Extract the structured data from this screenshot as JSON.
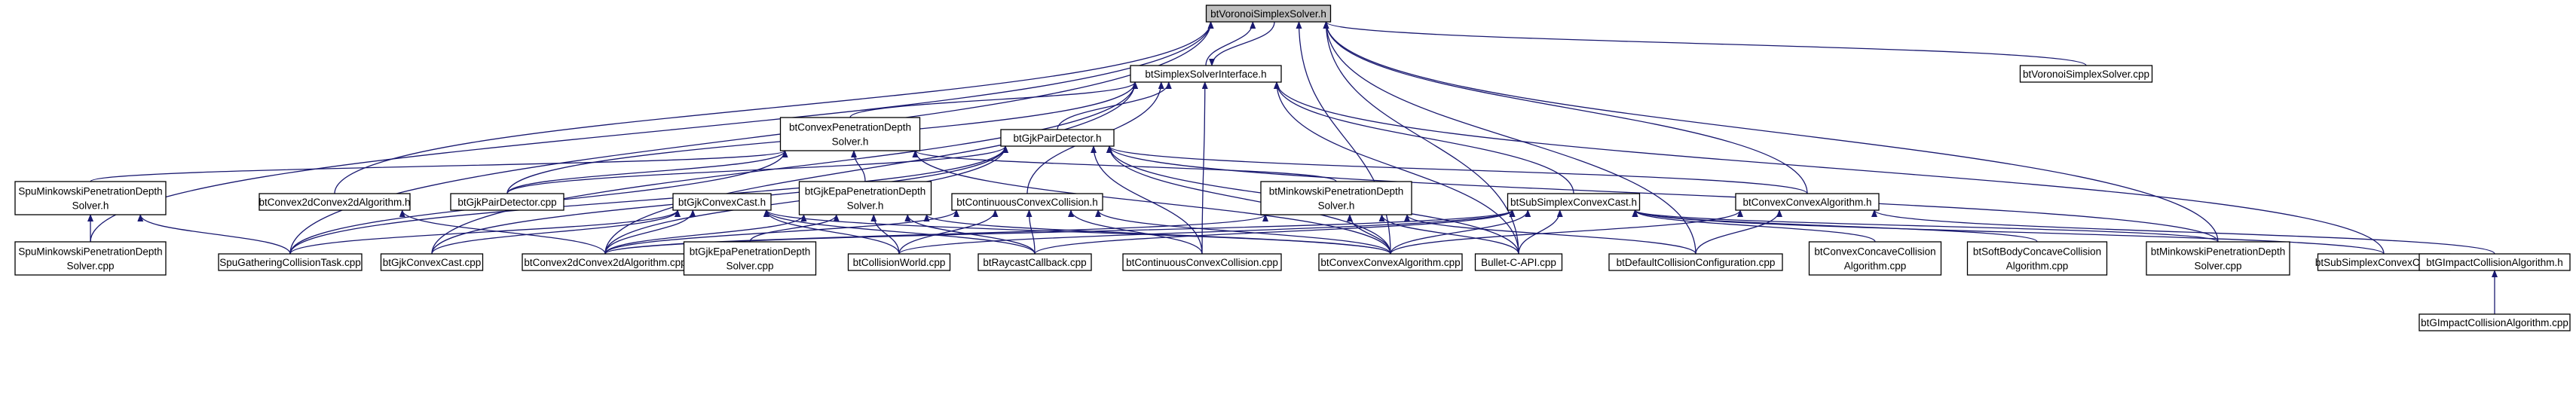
{
  "diagram": {
    "nodes": [
      {
        "id": "voronoi_h",
        "lines": [
          "btVoronoiSimplexSolver.h"
        ],
        "highlight": true
      },
      {
        "id": "simplex_if",
        "lines": [
          "btSimplexSolverInterface.h"
        ]
      },
      {
        "id": "voronoi_cpp",
        "lines": [
          "btVoronoiSimplexSolver.cpp"
        ]
      },
      {
        "id": "convex_pen",
        "lines": [
          "btConvexPenetrationDepth",
          "Solver.h"
        ]
      },
      {
        "id": "gjk_pair",
        "lines": [
          "btGjkPairDetector.h"
        ]
      },
      {
        "id": "spu_mink_h",
        "lines": [
          "SpuMinkowskiPenetrationDepth",
          "Solver.h"
        ]
      },
      {
        "id": "c2d_h",
        "lines": [
          "btConvex2dConvex2dAlgorithm.h"
        ]
      },
      {
        "id": "gjk_pair_cpp",
        "lines": [
          "btGjkPairDetector.cpp"
        ]
      },
      {
        "id": "gjk_cast_h",
        "lines": [
          "btGjkConvexCast.h"
        ]
      },
      {
        "id": "gjk_epa_h",
        "lines": [
          "btGjkEpaPenetrationDepth",
          "Solver.h"
        ]
      },
      {
        "id": "cont_h",
        "lines": [
          "btContinuousConvexCollision.h"
        ]
      },
      {
        "id": "mink_h",
        "lines": [
          "btMinkowskiPenetrationDepth",
          "Solver.h"
        ]
      },
      {
        "id": "sub_cast_h",
        "lines": [
          "btSubSimplexConvexCast.h"
        ]
      },
      {
        "id": "cc_algo_h",
        "lines": [
          "btConvexConvexAlgorithm.h"
        ]
      },
      {
        "id": "spu_mink_cpp",
        "lines": [
          "SpuMinkowskiPenetrationDepth",
          "Solver.cpp"
        ]
      },
      {
        "id": "spu_task",
        "lines": [
          "SpuGatheringCollisionTask.cpp"
        ]
      },
      {
        "id": "gjk_cast_cpp",
        "lines": [
          "btGjkConvexCast.cpp"
        ]
      },
      {
        "id": "c2d_cpp",
        "lines": [
          "btConvex2dConvex2dAlgorithm.cpp"
        ]
      },
      {
        "id": "gjk_epa_cpp",
        "lines": [
          "btGjkEpaPenetrationDepth",
          "Solver.cpp"
        ]
      },
      {
        "id": "cworld_cpp",
        "lines": [
          "btCollisionWorld.cpp"
        ]
      },
      {
        "id": "raycast_cpp",
        "lines": [
          "btRaycastCallback.cpp"
        ]
      },
      {
        "id": "cont_cpp",
        "lines": [
          "btContinuousConvexCollision.cpp"
        ]
      },
      {
        "id": "cc_algo_cpp",
        "lines": [
          "btConvexConvexAlgorithm.cpp"
        ]
      },
      {
        "id": "bullet_c",
        "lines": [
          "Bullet-C-API.cpp"
        ]
      },
      {
        "id": "default_cfg",
        "lines": [
          "btDefaultCollisionConfiguration.cpp"
        ]
      },
      {
        "id": "concave_cpp",
        "lines": [
          "btConvexConcaveCollision",
          "Algorithm.cpp"
        ]
      },
      {
        "id": "soft_cpp",
        "lines": [
          "btSoftBodyConcaveCollision",
          "Algorithm.cpp"
        ]
      },
      {
        "id": "mink_cpp",
        "lines": [
          "btMinkowskiPenetrationDepth",
          "Solver.cpp"
        ]
      },
      {
        "id": "sub_cast_cpp",
        "lines": [
          "btSubSimplexConvexCast.cpp"
        ]
      },
      {
        "id": "gimpact_h",
        "lines": [
          "btGImpactCollisionAlgorithm.h"
        ]
      },
      {
        "id": "gimpact_cpp",
        "lines": [
          "btGImpactCollisionAlgorithm.cpp"
        ]
      }
    ],
    "edges": [
      [
        "simplex_if",
        "voronoi_h"
      ],
      [
        "voronoi_h",
        "simplex_if"
      ],
      [
        "voronoi_cpp",
        "voronoi_h"
      ],
      [
        "spu_mink_cpp",
        "voronoi_h"
      ],
      [
        "spu_task",
        "voronoi_h"
      ],
      [
        "c2d_h",
        "voronoi_h"
      ],
      [
        "cc_algo_cpp",
        "voronoi_h"
      ],
      [
        "cc_algo_h",
        "voronoi_h"
      ],
      [
        "bullet_c",
        "voronoi_h"
      ],
      [
        "default_cfg",
        "voronoi_h"
      ],
      [
        "mink_cpp",
        "voronoi_h"
      ],
      [
        "convex_pen",
        "simplex_if"
      ],
      [
        "gjk_pair",
        "simplex_if"
      ],
      [
        "gjk_pair_cpp",
        "simplex_if"
      ],
      [
        "cont_h",
        "simplex_if"
      ],
      [
        "sub_cast_h",
        "simplex_if"
      ],
      [
        "sub_cast_cpp",
        "simplex_if"
      ],
      [
        "gjk_cast_cpp",
        "simplex_if"
      ],
      [
        "cont_cpp",
        "simplex_if"
      ],
      [
        "bullet_c",
        "simplex_if"
      ],
      [
        "c2d_cpp",
        "simplex_if"
      ],
      [
        "spu_mink_h",
        "convex_pen"
      ],
      [
        "gjk_epa_h",
        "convex_pen"
      ],
      [
        "mink_h",
        "convex_pen"
      ],
      [
        "gjk_pair_cpp",
        "convex_pen"
      ],
      [
        "cc_algo_cpp",
        "convex_pen"
      ],
      [
        "spu_task",
        "convex_pen"
      ],
      [
        "gjk_pair_cpp",
        "gjk_pair"
      ],
      [
        "c2d_cpp",
        "gjk_pair"
      ],
      [
        "cc_algo_cpp",
        "gjk_pair"
      ],
      [
        "cc_algo_h",
        "gjk_pair"
      ],
      [
        "spu_task",
        "gjk_pair"
      ],
      [
        "gjk_cast_cpp",
        "gjk_pair"
      ],
      [
        "bullet_c",
        "gjk_pair"
      ],
      [
        "cont_cpp",
        "gjk_pair"
      ],
      [
        "mink_cpp",
        "gjk_pair"
      ],
      [
        "spu_mink_cpp",
        "spu_mink_h"
      ],
      [
        "spu_task",
        "spu_mink_h"
      ],
      [
        "c2d_cpp",
        "c2d_h"
      ],
      [
        "gjk_cast_cpp",
        "gjk_cast_h"
      ],
      [
        "c2d_cpp",
        "gjk_cast_h"
      ],
      [
        "cworld_cpp",
        "gjk_cast_h"
      ],
      [
        "raycast_cpp",
        "gjk_cast_h"
      ],
      [
        "cc_algo_cpp",
        "gjk_cast_h"
      ],
      [
        "spu_task",
        "gjk_cast_h"
      ],
      [
        "gjk_epa_cpp",
        "gjk_epa_h"
      ],
      [
        "c2d_cpp",
        "gjk_epa_h"
      ],
      [
        "cworld_cpp",
        "gjk_epa_h"
      ],
      [
        "raycast_cpp",
        "gjk_epa_h"
      ],
      [
        "cc_algo_cpp",
        "gjk_epa_h"
      ],
      [
        "cont_cpp",
        "cont_h"
      ],
      [
        "cworld_cpp",
        "cont_h"
      ],
      [
        "raycast_cpp",
        "cont_h"
      ],
      [
        "cc_algo_cpp",
        "cont_h"
      ],
      [
        "c2d_cpp",
        "cont_h"
      ],
      [
        "cc_algo_cpp",
        "mink_h"
      ],
      [
        "bullet_c",
        "mink_h"
      ],
      [
        "default_cfg",
        "mink_h"
      ],
      [
        "c2d_cpp",
        "mink_h"
      ],
      [
        "cworld_cpp",
        "sub_cast_h"
      ],
      [
        "raycast_cpp",
        "sub_cast_h"
      ],
      [
        "cc_algo_cpp",
        "sub_cast_h"
      ],
      [
        "bullet_c",
        "sub_cast_h"
      ],
      [
        "concave_cpp",
        "sub_cast_h"
      ],
      [
        "soft_cpp",
        "sub_cast_h"
      ],
      [
        "sub_cast_cpp",
        "sub_cast_h"
      ],
      [
        "mink_cpp",
        "sub_cast_h"
      ],
      [
        "c2d_cpp",
        "sub_cast_h"
      ],
      [
        "cc_algo_cpp",
        "cc_algo_h"
      ],
      [
        "default_cfg",
        "cc_algo_h"
      ],
      [
        "gimpact_h",
        "cc_algo_h"
      ],
      [
        "gimpact_cpp",
        "gimpact_h"
      ]
    ]
  }
}
